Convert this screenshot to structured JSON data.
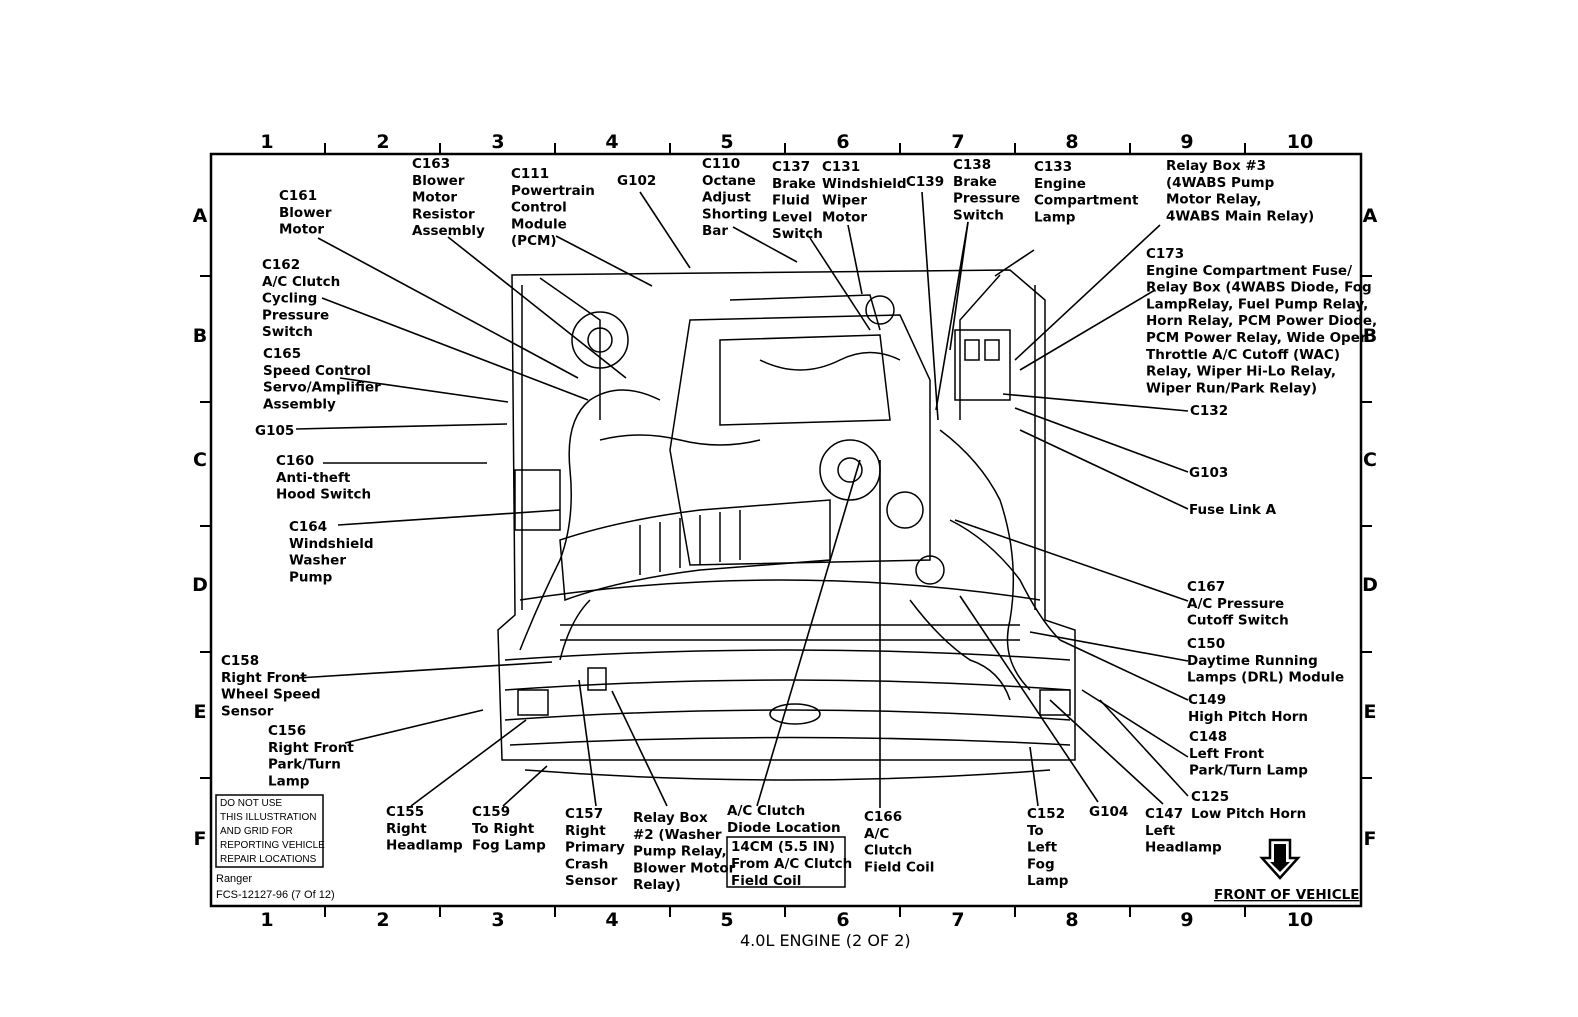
{
  "diagram": {
    "caption": "4.0L ENGINE (2 OF 2)",
    "column_labels": [
      "1",
      "2",
      "3",
      "4",
      "5",
      "6",
      "7",
      "8",
      "9",
      "10"
    ],
    "row_labels": [
      "A",
      "B",
      "C",
      "D",
      "E",
      "F"
    ],
    "footer": {
      "model": "Ranger",
      "doc_id": "FCS-12127-96 (7 Of 12)",
      "front_of_vehicle": "FRONT OF VEHICLE"
    },
    "note_box": [
      "DO NOT USE",
      "THIS ILLUSTRATION",
      "AND GRID FOR",
      "REPORTING VEHICLE",
      "REPAIR LOCATIONS"
    ],
    "spec_box": [
      "14CM (5.5 IN)",
      "From A/C Clutch",
      "Field Coil"
    ],
    "callouts": [
      {
        "id": "c161",
        "lines": [
          "C161",
          "Blower",
          "Motor"
        ]
      },
      {
        "id": "c163",
        "lines": [
          "C163",
          "Blower",
          "Motor",
          "Resistor",
          "Assembly"
        ]
      },
      {
        "id": "c111",
        "lines": [
          "C111",
          "Powertrain",
          "Control",
          "Module",
          "(PCM)"
        ]
      },
      {
        "id": "g102",
        "lines": [
          "G102"
        ]
      },
      {
        "id": "c110",
        "lines": [
          "C110",
          "Octane",
          "Adjust",
          "Shorting",
          "Bar"
        ]
      },
      {
        "id": "c137",
        "lines": [
          "C137",
          "Brake",
          "Fluid",
          "Level",
          "Switch"
        ]
      },
      {
        "id": "c131",
        "lines": [
          "C131",
          "Windshield",
          "Wiper",
          "Motor"
        ]
      },
      {
        "id": "c139",
        "lines": [
          "C139"
        ]
      },
      {
        "id": "c138",
        "lines": [
          "C138",
          "Brake",
          "Pressure",
          "Switch"
        ]
      },
      {
        "id": "c133",
        "lines": [
          "C133",
          "Engine",
          "Compartment",
          "Lamp"
        ]
      },
      {
        "id": "relay3",
        "lines": [
          "Relay Box #3",
          "(4WABS Pump",
          "Motor Relay,",
          "4WABS Main Relay)"
        ]
      },
      {
        "id": "c173",
        "lines": [
          "C173",
          "Engine Compartment Fuse/",
          "Relay Box (4WABS Diode, Fog",
          "LampRelay, Fuel Pump Relay,",
          "Horn Relay, PCM Power Diode,",
          "PCM Power Relay, Wide Open",
          "Throttle A/C Cutoff (WAC)",
          "Relay, Wiper Hi-Lo Relay,",
          "Wiper Run/Park Relay)"
        ]
      },
      {
        "id": "c162",
        "lines": [
          "C162",
          "A/C Clutch",
          "Cycling",
          "Pressure",
          "Switch"
        ]
      },
      {
        "id": "c165",
        "lines": [
          "C165",
          "Speed Control",
          "Servo/Amplifier",
          "Assembly"
        ]
      },
      {
        "id": "g105",
        "lines": [
          "G105"
        ]
      },
      {
        "id": "c160",
        "lines": [
          "C160",
          "Anti-theft",
          "Hood Switch"
        ]
      },
      {
        "id": "c164",
        "lines": [
          "C164",
          "Windshield",
          "Washer",
          "Pump"
        ]
      },
      {
        "id": "c132",
        "lines": [
          "C132"
        ]
      },
      {
        "id": "g103",
        "lines": [
          "G103"
        ]
      },
      {
        "id": "fuselinka",
        "lines": [
          "Fuse Link A"
        ]
      },
      {
        "id": "c167",
        "lines": [
          "C167",
          "A/C Pressure",
          "Cutoff Switch"
        ]
      },
      {
        "id": "c150",
        "lines": [
          "C150",
          "Daytime Running",
          "Lamps (DRL) Module"
        ]
      },
      {
        "id": "c149",
        "lines": [
          "C149",
          "High Pitch Horn"
        ]
      },
      {
        "id": "c148",
        "lines": [
          "C148",
          "Left Front",
          "Park/Turn Lamp"
        ]
      },
      {
        "id": "c125",
        "lines": [
          "C125",
          "Low Pitch Horn"
        ]
      },
      {
        "id": "c158",
        "lines": [
          "C158",
          "Right Front",
          "Wheel Speed",
          "Sensor"
        ]
      },
      {
        "id": "c156",
        "lines": [
          "C156",
          "Right Front",
          "Park/Turn",
          "Lamp"
        ]
      },
      {
        "id": "c155",
        "lines": [
          "C155",
          "Right",
          "Headlamp"
        ]
      },
      {
        "id": "c159",
        "lines": [
          "C159",
          "To Right",
          "Fog Lamp"
        ]
      },
      {
        "id": "c157",
        "lines": [
          "C157",
          "Right",
          "Primary",
          "Crash",
          "Sensor"
        ]
      },
      {
        "id": "relay2",
        "lines": [
          "Relay Box",
          "#2 (Washer",
          "Pump Relay,",
          "Blower Motor",
          "Relay)"
        ]
      },
      {
        "id": "acdiode",
        "lines": [
          "A/C Clutch",
          "Diode Location"
        ]
      },
      {
        "id": "c166",
        "lines": [
          "C166",
          "A/C",
          "Clutch",
          "Field Coil"
        ]
      },
      {
        "id": "c152",
        "lines": [
          "C152",
          "To",
          "Left",
          "Fog",
          "Lamp"
        ]
      },
      {
        "id": "g104",
        "lines": [
          "G104"
        ]
      },
      {
        "id": "c147",
        "lines": [
          "C147",
          "Left",
          "Headlamp"
        ]
      }
    ]
  }
}
